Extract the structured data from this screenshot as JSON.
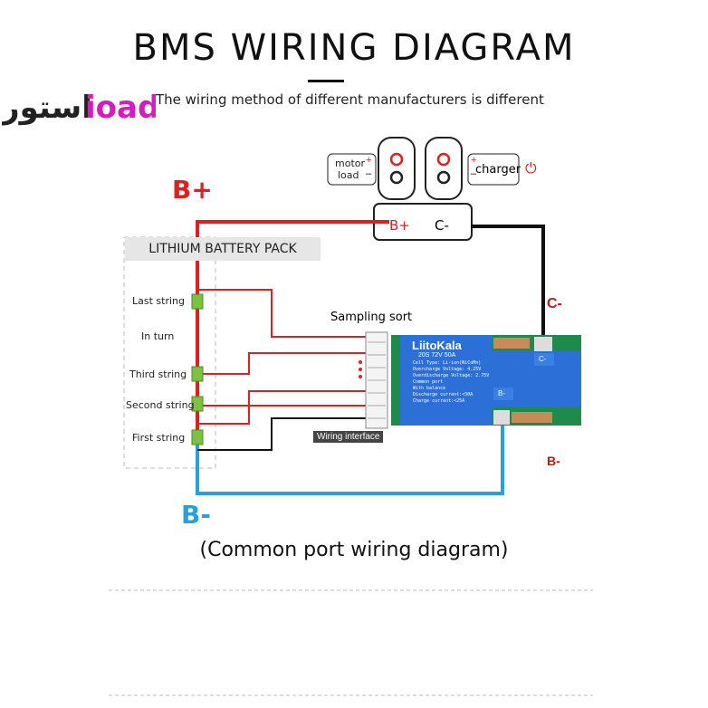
{
  "title": "BMS WIRING DIAGRAM",
  "subtitle": "The wiring method of different manufacturers is different",
  "logo": "استور ioad",
  "labels": {
    "b_plus": "B+",
    "b_minus": "B-",
    "c_minus": "C-",
    "motor": "motor",
    "load": "load",
    "charger": "charger",
    "plus": "+",
    "minus": "–",
    "conn_b_plus": "B+",
    "conn_c_minus": "C-",
    "sampling": "Sampling sort",
    "wiring_interface": "Wiring interface",
    "caption": "(Common port wiring diagram)"
  },
  "pack": {
    "title": "LITHIUM BATTERY PACK",
    "strings": [
      "Last string",
      "In turn",
      "Third string",
      "Second string",
      "First string"
    ]
  },
  "board": {
    "brand": "LiitoKala",
    "model": "20S 72V 50A",
    "specs": [
      "Cell Type: Li-ion(NiCoMn)",
      "Overcharge Voltage: 4.25V",
      "Overdischarge Voltage: 2.75V",
      "Common port",
      "With balance",
      "Discharge current:<50A",
      "Charge current:<25A"
    ],
    "pad_c": "C-",
    "pad_b": "B-"
  },
  "colors": {
    "red": "#e02020",
    "blue": "#2a9fd8",
    "black": "#111111",
    "board": "#2c6fd6"
  }
}
